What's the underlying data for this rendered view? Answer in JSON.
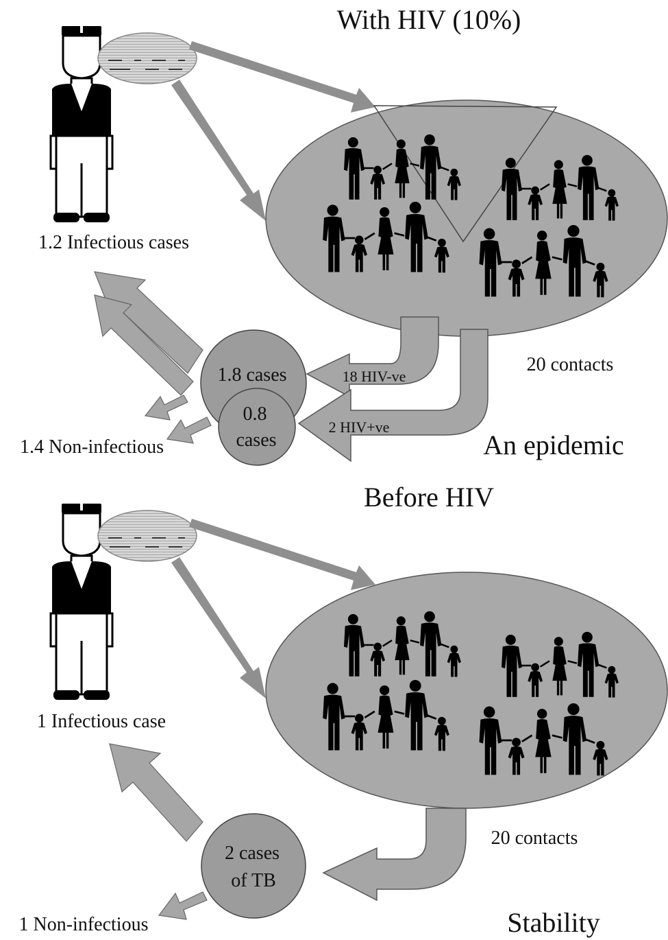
{
  "top_panel": {
    "title": "With HIV (10%)",
    "source_label": "1.2 Infectious cases",
    "contacts_label": "20 contacts",
    "hiv_neg_label": "18 HIV-ve",
    "hiv_pos_label": "2 HIV+ve",
    "cases_big": "1.8 cases",
    "cases_small_num": "0.8",
    "cases_small_word": "cases",
    "noninfectious_label": "1.4 Non-infectious",
    "outcome_label": "An epidemic"
  },
  "bottom_panel": {
    "title": "Before HIV",
    "source_label": "1 Infectious case",
    "contacts_label": "20 contacts",
    "cases_line1": "2 cases",
    "cases_line2": "of TB",
    "noninfectious_label": "1 Non-infectious",
    "outcome_label": "Stability"
  },
  "colors": {
    "arrow": "#8f8f8f",
    "ellipse_fill": "#a9a9a9",
    "circle_fill": "#9c9c9c",
    "silhouette": "#000000",
    "cough_cloud": "#cfcfcf"
  },
  "icons": [
    "person-icon",
    "cough-cloud-icon",
    "family-silhouette-icon"
  ]
}
